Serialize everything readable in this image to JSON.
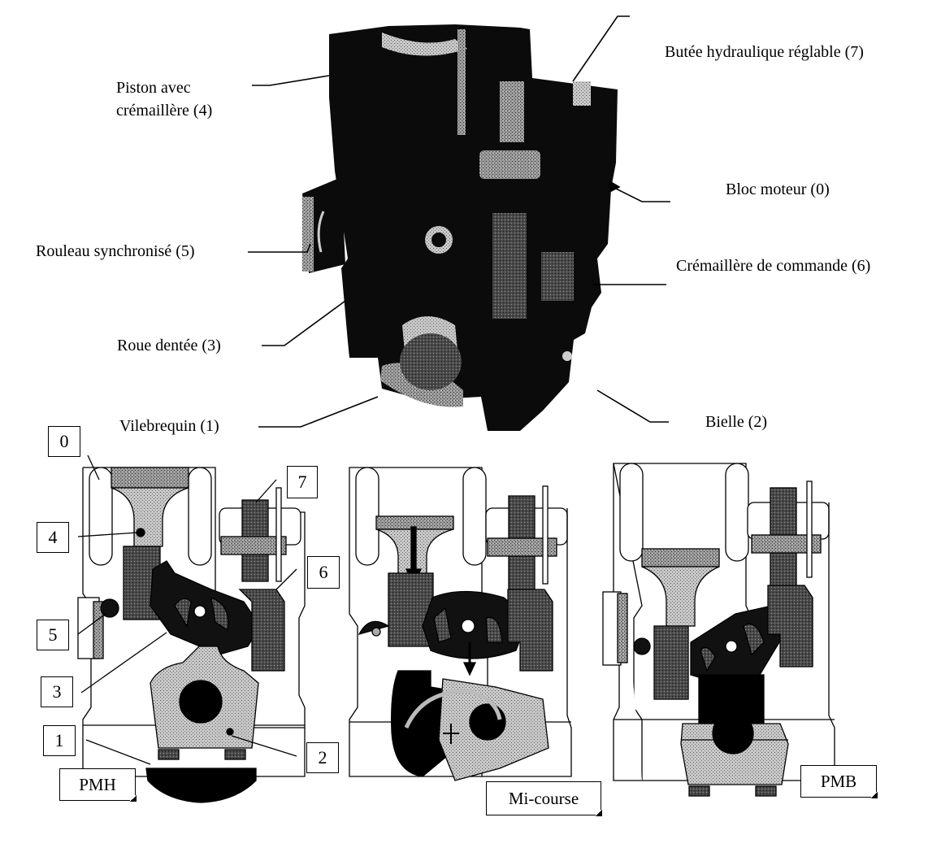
{
  "photo_labels": {
    "piston": [
      "Piston avec",
      "crémaillère (4)"
    ],
    "butee": "Butée hydraulique réglable (7)",
    "bloc": "Bloc moteur (0)",
    "rouleau": "Rouleau synchronisé (5)",
    "cremaillere_cmd": "Crémaillère de commande (6)",
    "roue": "Roue dentée (3)",
    "vilebrequin": "Vilebrequin (1)",
    "bielle": "Bielle (2)"
  },
  "diagram_numbers": {
    "n0": "0",
    "n1": "1",
    "n2": "2",
    "n3": "3",
    "n4": "4",
    "n5": "5",
    "n6": "6",
    "n7": "7"
  },
  "positions": [
    "PMH",
    "Mi-course",
    "PMB"
  ],
  "colors": {
    "dark": "#111111",
    "mid": "#6e6e6e",
    "light": "#bdbdbd",
    "line": "#000000"
  }
}
